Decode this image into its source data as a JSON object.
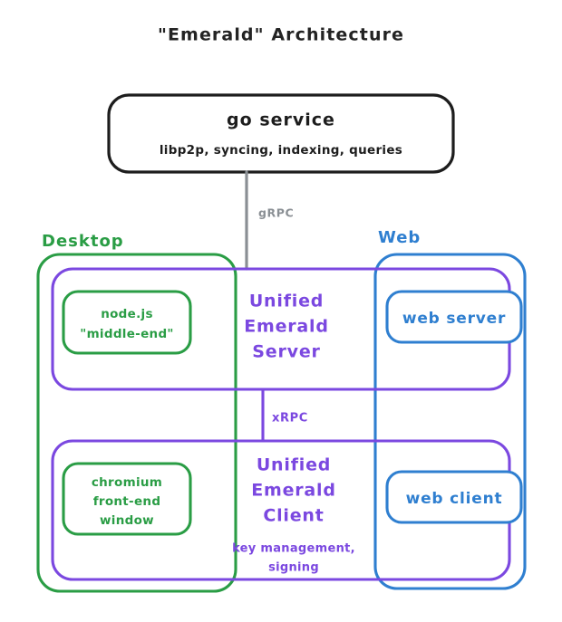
{
  "diagram": {
    "title": "\"Emerald\" Architecture",
    "service": {
      "title": "go service",
      "subtitle": "libp2p, syncing, indexing, queries"
    },
    "connectors": {
      "grpc": "gRPC",
      "xrpc": "xRPC"
    },
    "zones": {
      "desktop": "Desktop",
      "web": "Web"
    },
    "desktop_nodes": {
      "middle_end_line1": "node.js",
      "middle_end_line2": "\"middle-end\"",
      "front_end_line1": "chromium",
      "front_end_line2": "front-end",
      "front_end_line3": "window"
    },
    "web_nodes": {
      "server": "web server",
      "client": "web client"
    },
    "server_band": {
      "line1": "Unified",
      "line2": "Emerald",
      "line3": "Server"
    },
    "client_band": {
      "line1": "Unified",
      "line2": "Emerald",
      "line3": "Client",
      "note_line1": "key management,",
      "note_line2": "signing"
    },
    "colors": {
      "ink": "#1d1d1d",
      "green": "#2a9d45",
      "blue": "#2f7fd0",
      "purple": "#7b48e0",
      "gray": "#8a8f94",
      "background": "#ffffff"
    }
  }
}
